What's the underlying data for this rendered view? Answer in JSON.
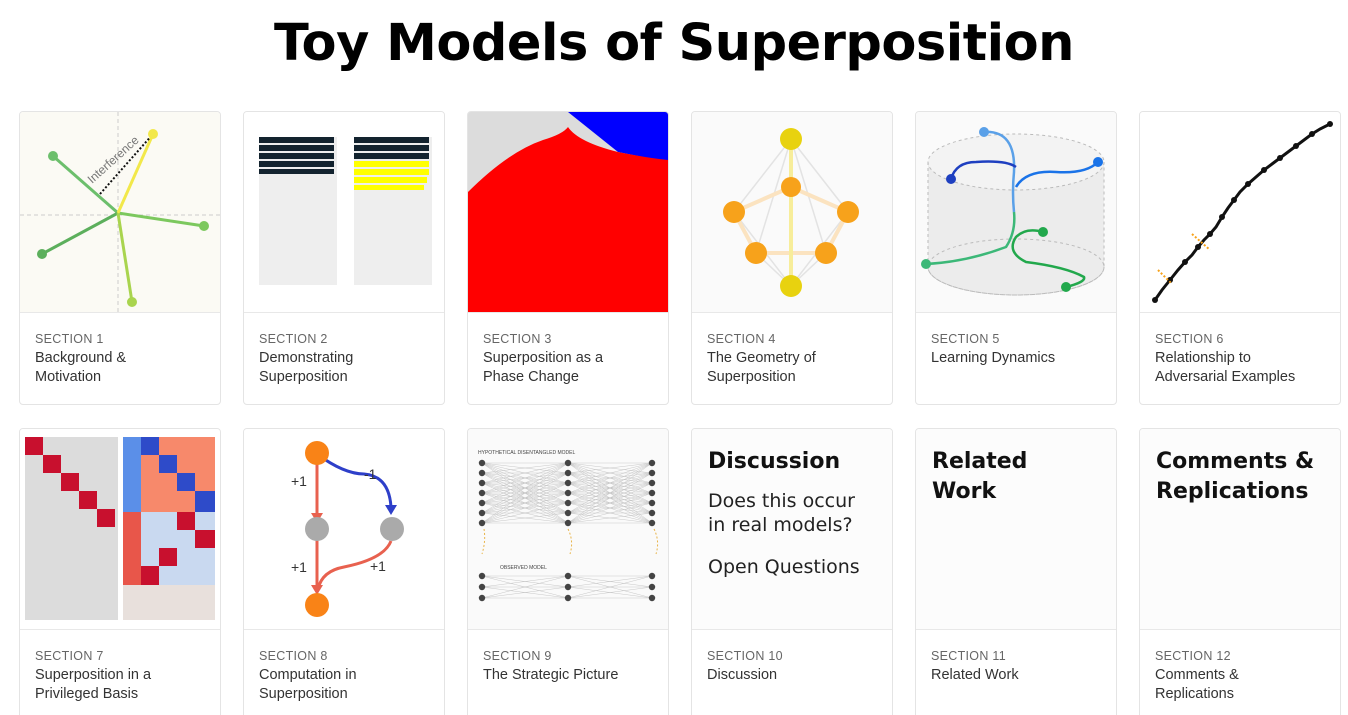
{
  "page": {
    "title": "Toy Models of Superposition"
  },
  "cards": [
    {
      "section": "SECTION 1",
      "name_line1": "Background &",
      "name_line2": "Motivation",
      "thumb_label": "Interference"
    },
    {
      "section": "SECTION 2",
      "name_line1": "Demonstrating",
      "name_line2": "Superposition"
    },
    {
      "section": "SECTION 3",
      "name_line1": "Superposition as a",
      "name_line2": "Phase Change"
    },
    {
      "section": "SECTION 4",
      "name_line1": "The Geometry of",
      "name_line2": "Superposition"
    },
    {
      "section": "SECTION 5",
      "name_line1": "Learning Dynamics",
      "name_line2": ""
    },
    {
      "section": "SECTION 6",
      "name_line1": "Relationship to",
      "name_line2": "Adversarial Examples"
    },
    {
      "section": "SECTION 7",
      "name_line1": "Superposition in a",
      "name_line2": "Privileged Basis"
    },
    {
      "section": "SECTION 8",
      "name_line1": "Computation in",
      "name_line2": "Superposition",
      "thumb_labels": [
        "+1",
        "-1",
        "+1",
        "+1"
      ]
    },
    {
      "section": "SECTION 9",
      "name_line1": "The Strategic Picture",
      "name_line2": "",
      "thumb_labels": [
        "HYPOTHETICAL DISENTANGLED MODEL",
        "OBSERVED MODEL"
      ]
    },
    {
      "section": "SECTION 10",
      "name_line1": "Discussion",
      "name_line2": "",
      "thumb_heading": "Discussion",
      "thumb_lines": [
        "Does this occur",
        "in real models?",
        "Open Questions"
      ]
    },
    {
      "section": "SECTION 11",
      "name_line1": "Related Work",
      "name_line2": "",
      "thumb_heading_1": "Related",
      "thumb_heading_2": "Work"
    },
    {
      "section": "SECTION 12",
      "name_line1": "Comments &",
      "name_line2": "Replications",
      "thumb_heading_1": "Comments &",
      "thumb_heading_2": "Replications"
    }
  ],
  "colors": {
    "green": "#6cbf6c",
    "yellow": "#f2e84a",
    "navy": "#13232f",
    "bright_yellow": "#ffff00",
    "red": "#ff0000",
    "blue": "#0000ff",
    "orange": "#f7a21b",
    "gold": "#e8d20f",
    "crimson": "#c8102e",
    "salmon": "#f7896b"
  }
}
